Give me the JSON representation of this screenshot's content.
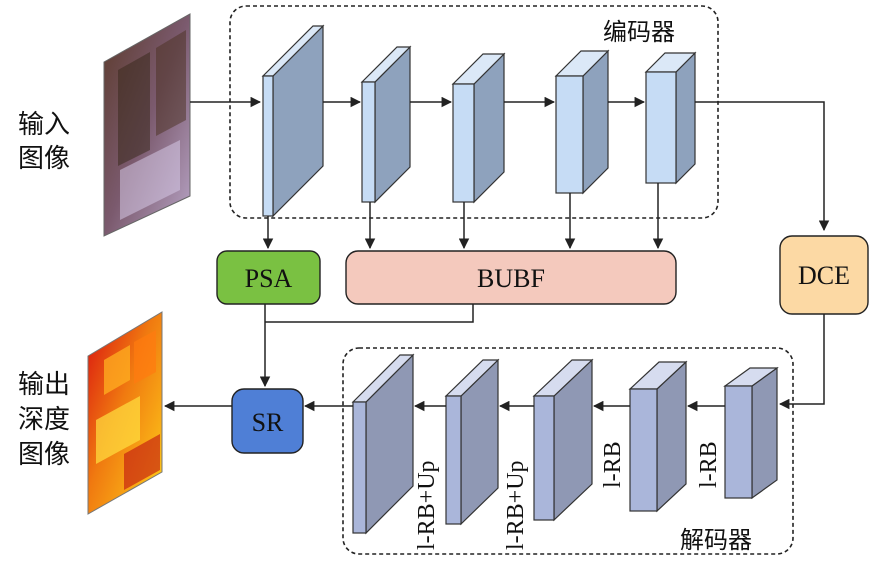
{
  "labels": {
    "input_image": [
      "输入",
      "图像"
    ],
    "output_image": [
      "输出",
      "深度",
      "图像"
    ],
    "encoder": "编码器",
    "decoder": "解码器"
  },
  "modules": {
    "psa": "PSA",
    "bubf": "BUBF",
    "dce": "DCE",
    "sr": "SR"
  },
  "decoder_blocks": [
    "l-RB+Up",
    "l-RB+Up",
    "l-RB",
    "l-RB"
  ],
  "colors": {
    "psa": "#7ac142",
    "bubf": "#f4c9bd",
    "dce": "#fcd9a4",
    "sr": "#4f7fd6",
    "encoder_block": "#c6dcf5",
    "decoder_block": "#aab6da"
  }
}
